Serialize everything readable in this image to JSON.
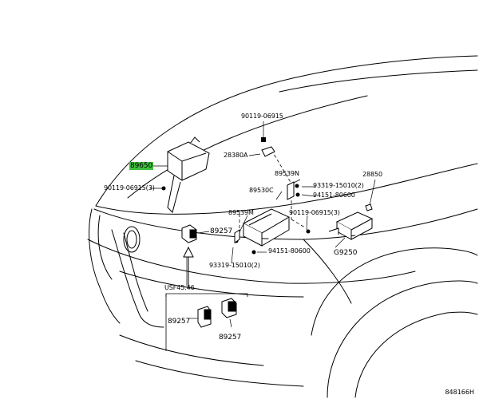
{
  "labels": {
    "l_90119_06915_top": "90119-06915",
    "l_28380A": "28380A",
    "l_89650": "89650",
    "l_90119_06915_3_left": "90119-06915(3)",
    "l_89539N_right": "89539N",
    "l_93319_15010_2_right": "93319-15010(2)",
    "l_94151_80600_right": "94151-80600",
    "l_28850": "28850",
    "l_89530C": "89530C",
    "l_89539M": "89539M",
    "l_90119_06915_3_right": "90119-06915(3)",
    "l_89257_main": "89257",
    "l_94151_80600_bottom": "94151-80600",
    "l_93319_15010_2_bottom": "93319-15010(2)",
    "l_G9250": "G9250",
    "l_USF4546": "USF45.46",
    "l_89257_inset_a": "89257",
    "l_89257_inset_b": "89257"
  },
  "diagram_code": "848166H",
  "colors": {
    "highlight": "#3fbf3f",
    "line": "#000000"
  }
}
